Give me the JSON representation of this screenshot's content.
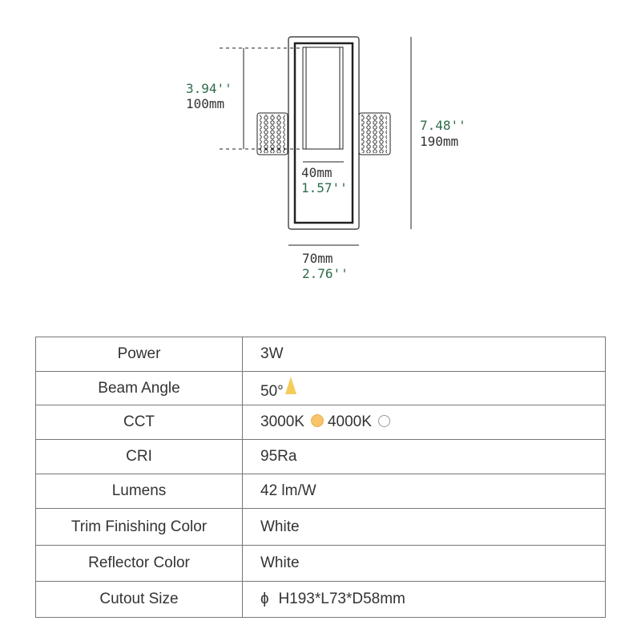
{
  "diagram": {
    "height_in": "3.94''",
    "height_mm": "100mm",
    "total_in": "7.48''",
    "total_mm": "190mm",
    "inner_mm": "40mm",
    "inner_in": "1.57''",
    "width_mm": "70mm",
    "width_in": "2.76''"
  },
  "specs": [
    {
      "label": "Power",
      "value": "3W"
    },
    {
      "label": "Beam Angle",
      "value": "50°"
    },
    {
      "label": "CCT",
      "value": "3000K",
      "value2": "4000K"
    },
    {
      "label": "CRI",
      "value": "95Ra"
    },
    {
      "label": "Lumens",
      "value": "42 lm/W"
    },
    {
      "label": "Trim Finishing Color",
      "value": "White"
    },
    {
      "label": "Reflector Color",
      "value": "White"
    },
    {
      "label": "Cutout Size",
      "icon": "diameter-icon",
      "value": "H193*L73*D58mm"
    }
  ],
  "colors": {
    "warm": "#f7c46a",
    "green": "#2e6b4a"
  }
}
